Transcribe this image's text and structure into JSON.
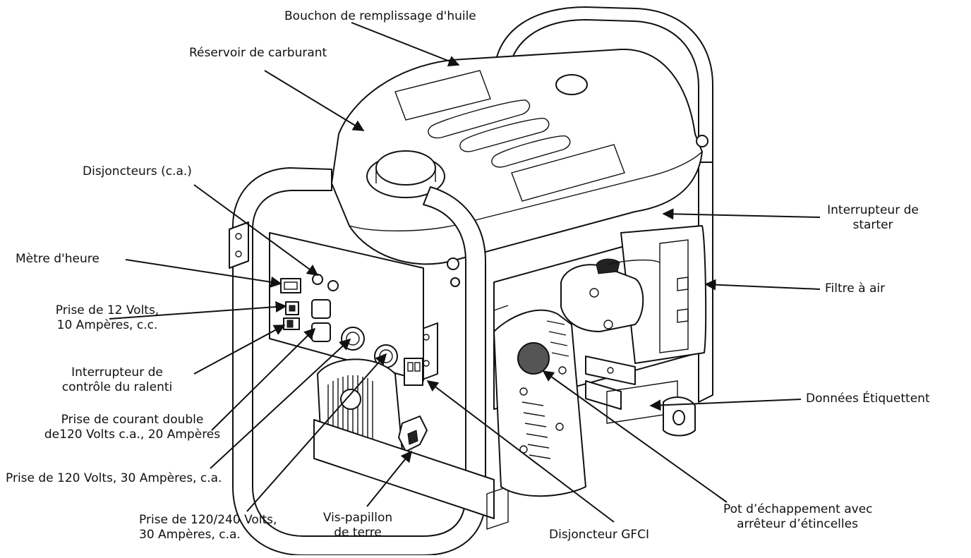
{
  "labels": {
    "oil_fill_cap": "Bouchon de remplissage d'huile",
    "fuel_tank": "Réservoir de carburant",
    "ac_breakers": "Disjoncteurs (c.a.)",
    "hour_meter": "Mètre d'heure",
    "dc_outlet_line1": "Prise de 12 Volts,",
    "dc_outlet_line2": "10 Ampères, c.c.",
    "idle_switch_line1": "Interrupteur de",
    "idle_switch_line2": "contrôle du ralenti",
    "duplex_line1": "Prise de courant double",
    "duplex_line2": "de120 Volts c.a., 20 Ampères",
    "outlet_120_30": "Prise de 120 Volts, 30 Ampères, c.a.",
    "outlet_240_line1": "Prise de 120/240 Volts,",
    "outlet_240_line2": "30 Ampères, c.a.",
    "ground_line1": "Vis-papillon",
    "ground_line2": "de terre",
    "gfci": "Disjoncteur GFCI",
    "muffler_line1": "Pot d’échappement avec",
    "muffler_line2": "arrêteur d’étincelles",
    "data_label": "Données Étiquettent",
    "air_filter": "Filtre à air",
    "choke_line1": "Interrupteur de",
    "choke_line2": "starter"
  }
}
